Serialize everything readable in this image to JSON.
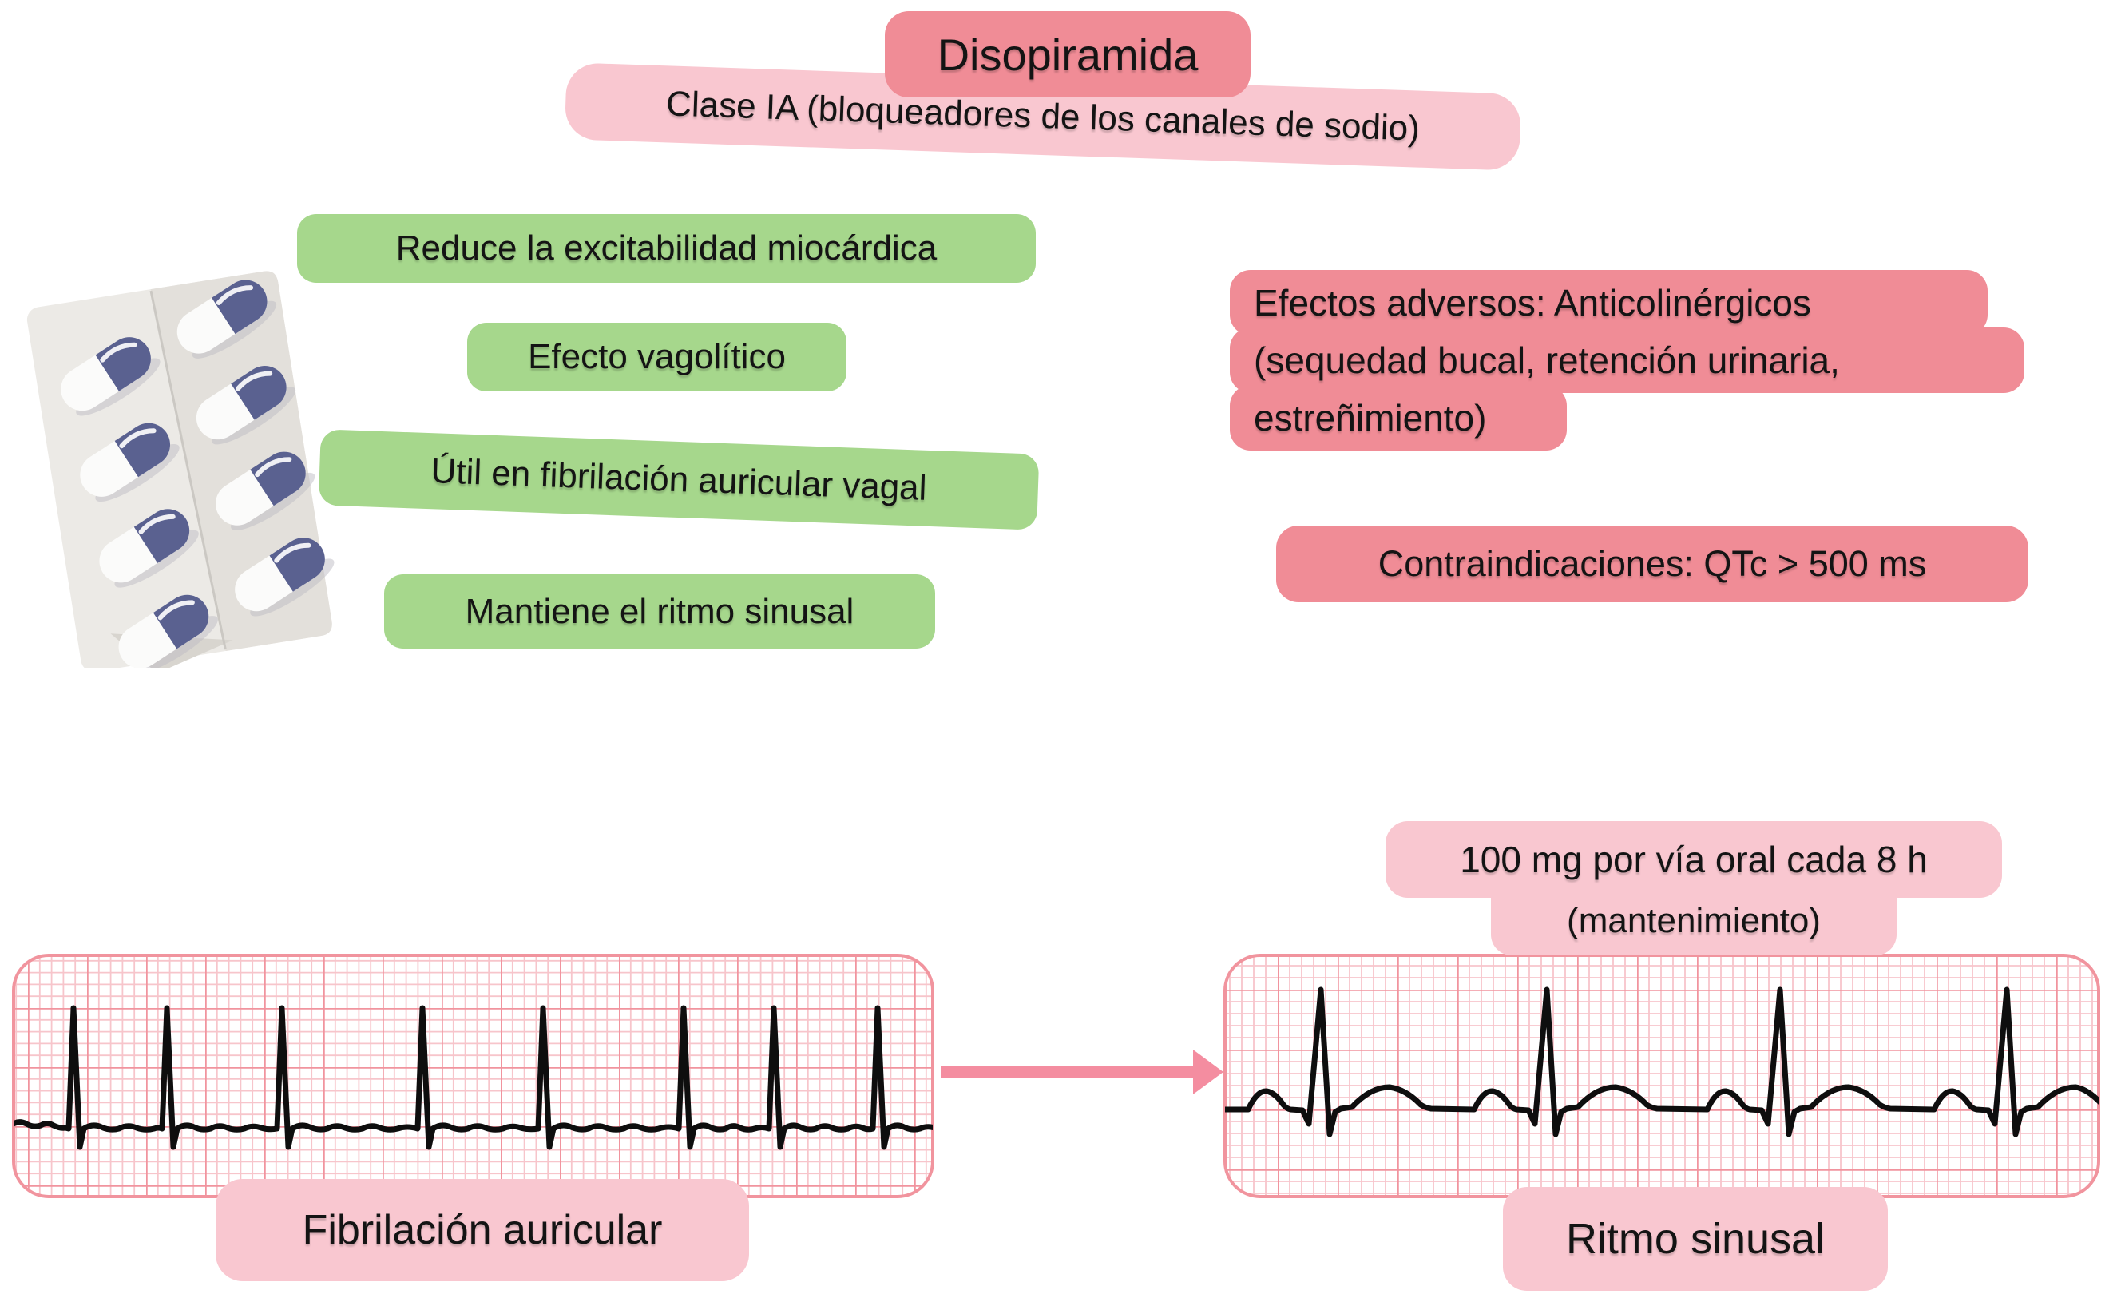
{
  "header": {
    "title": "Disopiramida",
    "subtitle": "Clase IA (bloqueadores de los canales de sodio)"
  },
  "benefits": [
    "Reduce la excitabilidad miocárdica",
    "Efecto vagolítico",
    "Útil en fibrilación auricular vagal",
    "Mantiene el ritmo sinusal"
  ],
  "adverse_effects": {
    "lines": [
      "Efectos adversos: Anticolinérgicos",
      "(sequedad bucal, retención urinaria,",
      "estreñimiento)"
    ]
  },
  "contraindication": "Contraindicaciones: QTc > 500 ms",
  "dose": {
    "line1": "100 mg por vía oral cada 8 h",
    "line2": "(mantenimiento)"
  },
  "ecg": {
    "left_label": "Fibrilación auricular",
    "right_label": "Ritmo sinusal"
  },
  "icons": {
    "pill_blister": "pill-blister-pack-illustration",
    "arrow": "right-arrow"
  },
  "colors": {
    "salmon": "#F08C96",
    "light_pink": "#F9C7D0",
    "green": "#A6D78C",
    "ecg_grid_minor": "#F7C5CB",
    "ecg_grid_major": "#F1949E",
    "arrow_pink": "#F48DA0",
    "pill_navy": "#5A6190",
    "blister_gray": "#ECEAE6"
  }
}
